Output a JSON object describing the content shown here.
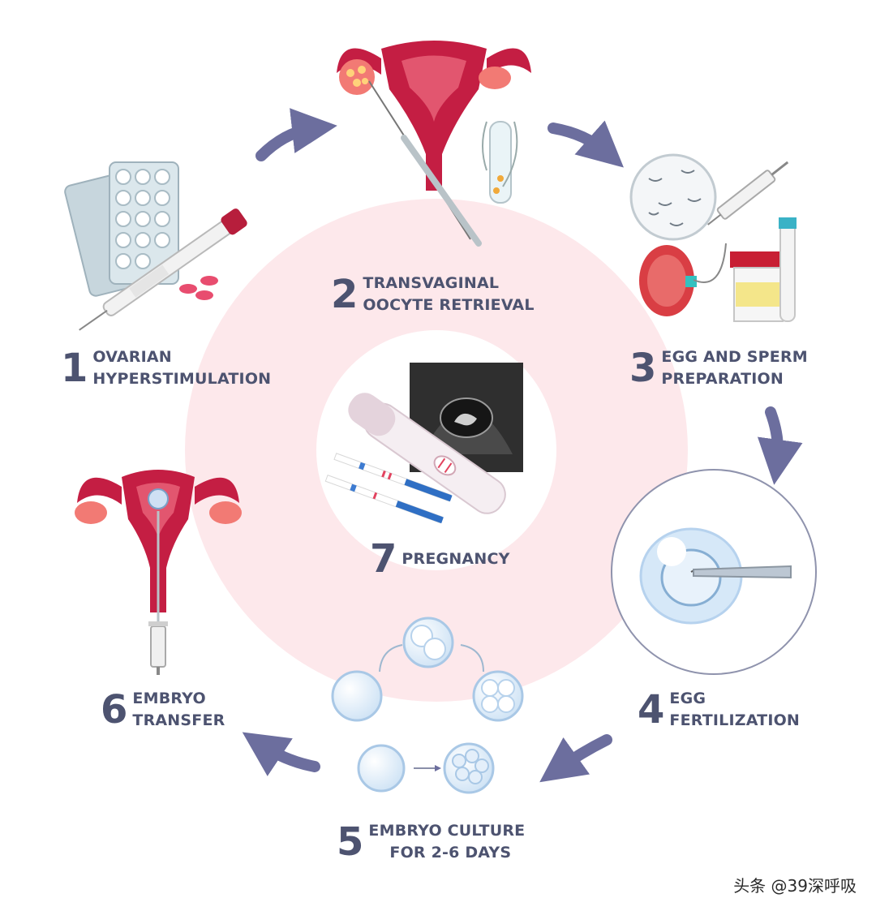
{
  "colors": {
    "label": "#4d5370",
    "arrow": "#6c6e9e",
    "ring": "#fce6e9",
    "uterus": "#c41e43",
    "uterus_light": "#e23a5a",
    "ovary": "#f27a74",
    "cell": "#d7e9f8",
    "cell_edge": "#aacbe9",
    "pills": "#e84d6f"
  },
  "steps": [
    {
      "number": "1",
      "lines": [
        "OVARIAN",
        "HYPERSTIMULATION"
      ]
    },
    {
      "number": "2",
      "lines": [
        "TRANSVAGINAL",
        "OOCYTE RETRIEVAL"
      ]
    },
    {
      "number": "3",
      "lines": [
        "EGG AND SPERM",
        "PREPARATION"
      ]
    },
    {
      "number": "4",
      "lines": [
        "EGG",
        "FERTILIZATION"
      ]
    },
    {
      "number": "5",
      "lines": [
        "EMBRYO CULTURE",
        "FOR 2-6 DAYS"
      ]
    },
    {
      "number": "6",
      "lines": [
        "EMBRYO",
        "TRANSFER"
      ]
    },
    {
      "number": "7",
      "lines": [
        "PREGNANCY"
      ]
    }
  ],
  "watermark": "头条 @39深呼吸"
}
